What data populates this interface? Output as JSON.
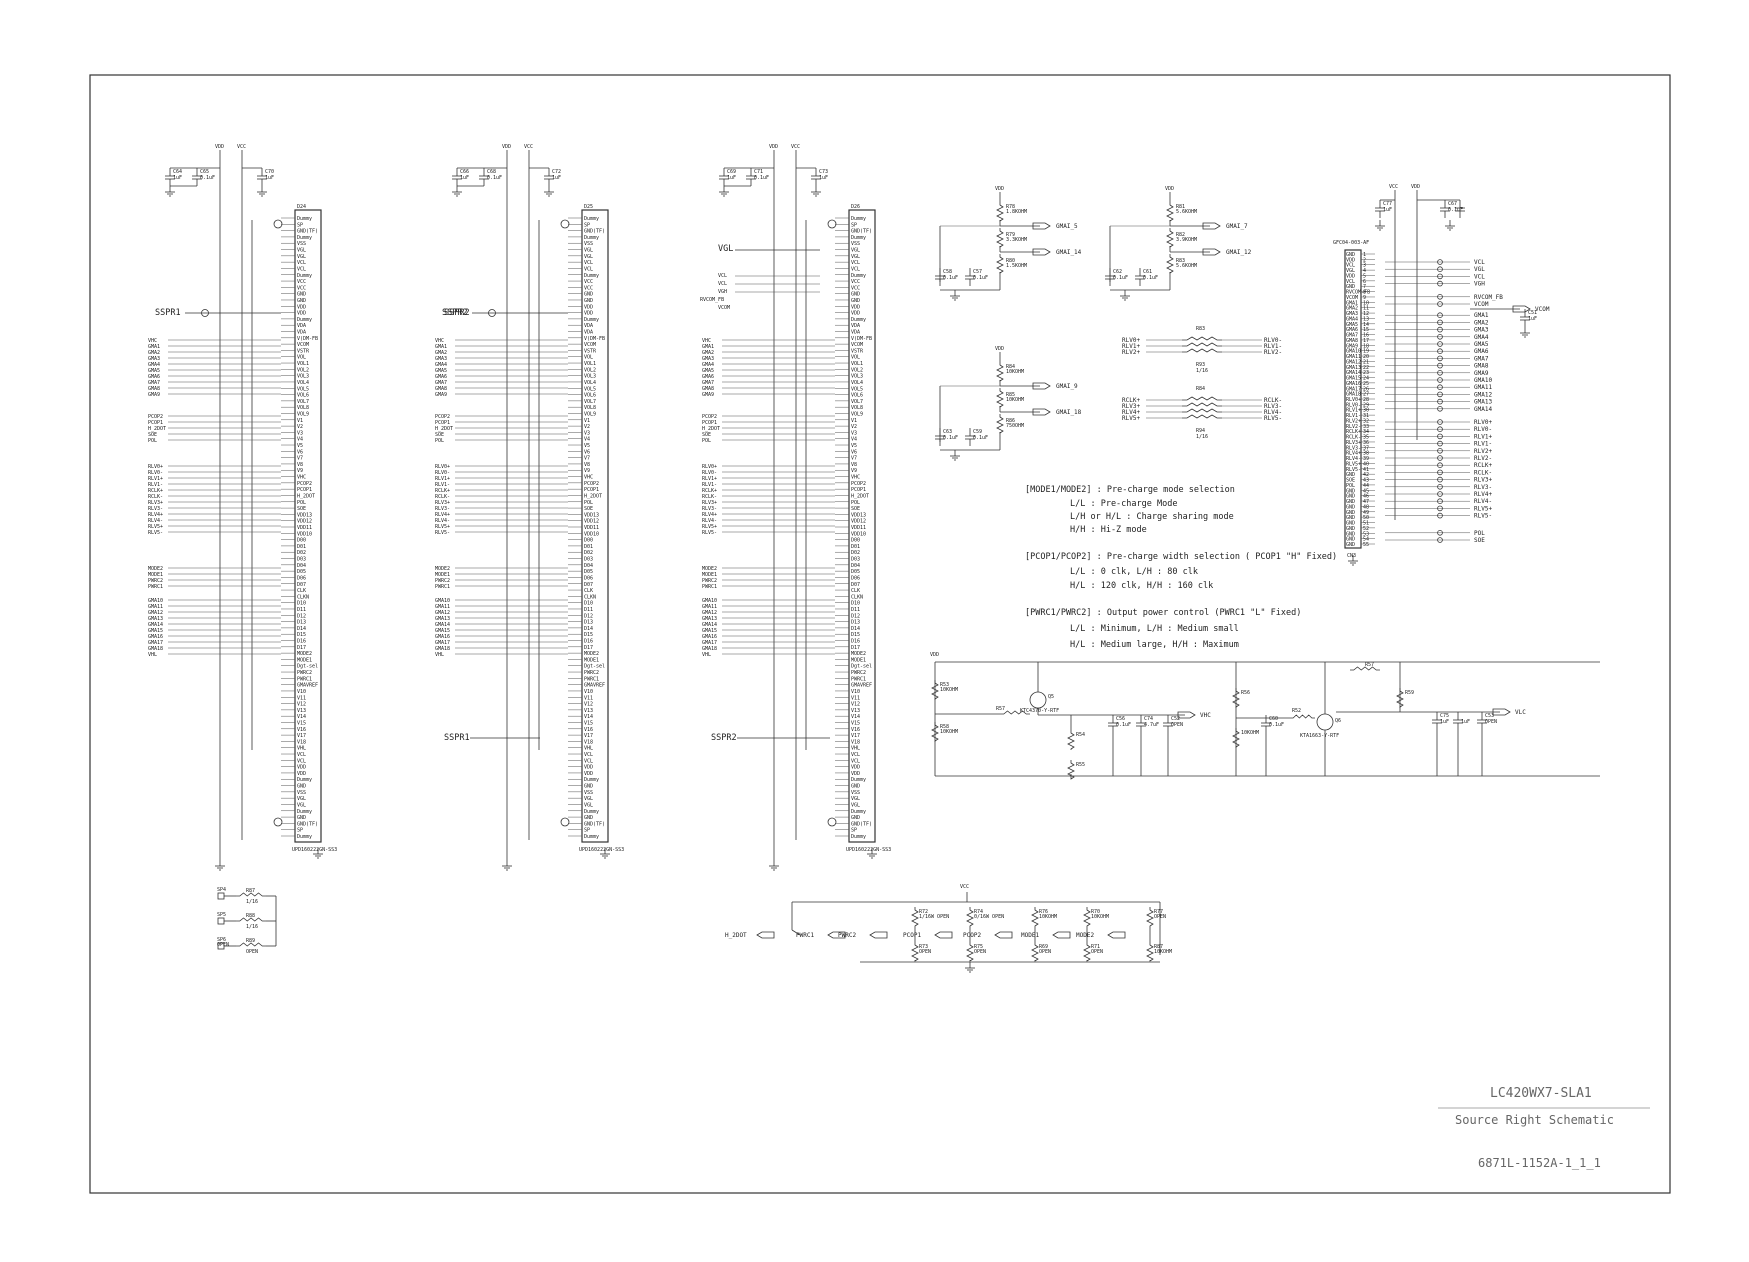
{
  "title_block": {
    "model": "LC420WX7-SLA1",
    "sheet_title": "Source Right Schematic",
    "doc_number": "6871L-1152A-1_1_1"
  },
  "rails": {
    "vdd": "VDD",
    "vcc": "VCC"
  },
  "drivers": [
    {
      "ref": "D24",
      "part": "UPD160222GN-SS3",
      "sspr": "SSPR1",
      "sspr_in": "SSPR1",
      "sspr_out": "",
      "caps": [
        "C64",
        "C65",
        "C70"
      ]
    },
    {
      "ref": "D25",
      "part": "UPD160222GN-SS3",
      "sspr": "SSPR2",
      "sspr_in": "SSPR2",
      "sspr_out": "SSPR1",
      "caps": [
        "C66",
        "C68",
        "C72"
      ]
    },
    {
      "ref": "D26",
      "part": "UPD160222GN-SS3",
      "sspr": "SSPR2",
      "sspr_in": "",
      "sspr_out": "SSPR2",
      "caps": [
        "C69",
        "C71",
        "C73"
      ]
    }
  ],
  "driver_left_pins": [
    "VHC",
    "GMA1",
    "GMA2",
    "GMA3",
    "GMA4",
    "GMA5",
    "GMA6",
    "GMA7",
    "GMA8",
    "GMA9",
    "PCOP2",
    "PCOP1",
    "H_2DOT",
    "SOE",
    "POL",
    "RLV0+",
    "RLV0-",
    "RLV1+",
    "RLV1-",
    "RCLK+",
    "RCLK-",
    "RLV3+",
    "RLV3-",
    "RLV4+",
    "RLV4-",
    "RLV5+",
    "RLV5-",
    "MODE2",
    "MODE1",
    "PWRC2",
    "PWRC1",
    "GMA10",
    "GMA11",
    "GMA12",
    "GMA13",
    "GMA14",
    "GMA15",
    "GMA16",
    "GMA17",
    "GMA18",
    "VHL"
  ],
  "driver_right_pins": [
    "Dummy",
    "SP",
    "GND(TF)",
    "Dummy",
    "VSS",
    "VGL",
    "VGL",
    "VCL",
    "VCL",
    "Dummy",
    "VCC",
    "VCC",
    "GND",
    "GND",
    "VDD",
    "VDD",
    "Dummy",
    "VDA",
    "VDA",
    "V(DM-FB",
    "VCOM",
    "VSTR",
    "VOL",
    "VOL1",
    "VOL2",
    "VOL3",
    "VOL4",
    "VOL5",
    "VOL6",
    "VOL7",
    "VOL8",
    "VOL9",
    "V1",
    "V2",
    "V3",
    "V4",
    "V5",
    "V6",
    "V7",
    "V8",
    "V9",
    "VHC",
    "PCOP2",
    "PCOP1",
    "H_2DOT",
    "POL",
    "SOE",
    "VDD13",
    "VDD12",
    "VDD11",
    "VDD10",
    "D00",
    "D01",
    "D02",
    "D03",
    "D04",
    "D05",
    "D06",
    "D07",
    "CLK",
    "CLKN",
    "D10",
    "D11",
    "D12",
    "D13",
    "D14",
    "D15",
    "D16",
    "D17",
    "MODE2",
    "MODE1",
    "Dgt-sel",
    "PWRC2",
    "PWRC1",
    "GMAVREF",
    "V10",
    "V11",
    "V12",
    "V13",
    "V14",
    "V15",
    "V16",
    "V17",
    "V18",
    "VHL",
    "VCL",
    "VCL",
    "VDD",
    "VDD",
    "Dummy",
    "GND",
    "VSS",
    "VGL",
    "VGL",
    "Dummy",
    "GND",
    "GND(TF)",
    "SP",
    "Dummy"
  ],
  "dac_circuits": [
    {
      "resistors": [
        "R78",
        "R79",
        "R80"
      ],
      "values": [
        "1.8KOHM",
        "3.3KOHM",
        "1.5KOHM"
      ],
      "caps": [
        "C58",
        "C57"
      ],
      "outputs": [
        "GMAI_5",
        "GMAI_14"
      ]
    },
    {
      "resistors": [
        "R81",
        "R82",
        "R83"
      ],
      "values": [
        "5.6KOHM",
        "3.9KOHM",
        "5.6KOHM"
      ],
      "caps": [
        "C62",
        "C61"
      ],
      "outputs": [
        "GMAI_7",
        "GMAI_12"
      ]
    },
    {
      "resistors": [
        "R84",
        "R85",
        "R86"
      ],
      "values": [
        "10KOHM",
        "10KOHM",
        "750OHM"
      ],
      "caps": [
        "C63",
        "C59"
      ],
      "outputs": [
        "GMAI_9",
        "GMAI_18"
      ]
    }
  ],
  "term_networks": [
    {
      "ref": "R83",
      "inputs": [
        "RLV0+",
        "RLV1+",
        "RLV2+"
      ],
      "outputs": [
        "RLV0-",
        "RLV1-",
        "RLV2-"
      ]
    },
    {
      "ref": "R84",
      "inputs": [
        "RCLK+",
        "RLV3+",
        "RLV4+",
        "RLV5+"
      ],
      "outputs": [
        "RCLK-",
        "RLV3-",
        "RLV4-",
        "RLV5-"
      ]
    }
  ],
  "connector": {
    "ref": "CN3",
    "part": "GFC04-003-AF",
    "left_pins": [
      "GND",
      "VDD",
      "VCL",
      "VGL",
      "VDD",
      "VCL",
      "GND",
      "RVCOM-FB",
      "VCOM",
      "GMA1",
      "GMA2",
      "GMA3",
      "GMA4",
      "GMA5",
      "GMA6",
      "GMA7",
      "GMA8",
      "GMA9",
      "GMA10",
      "GMA11",
      "GMA12",
      "GMA13",
      "GMA14",
      "GMA15",
      "GMA16",
      "GMA17",
      "GMA18",
      "RLV0+",
      "RLV0-",
      "RLV1+",
      "RLV1-",
      "RLV2+",
      "RLV2-",
      "RCLK+",
      "RCLK-",
      "RLV3+",
      "RLV3-",
      "RLV4+",
      "RLV4-",
      "RLV5+",
      "RLV5-",
      "GND",
      "SOE",
      "POL",
      "GND",
      "GND",
      "GND",
      "GND",
      "GND",
      "GND",
      "GND",
      "GND",
      "GND",
      "GND",
      "GND"
    ],
    "right_signals": [
      "VCL",
      "VGL",
      "VCL",
      "VGH",
      "RVCOM_FB",
      "VCOM",
      "GMA1",
      "GMA2",
      "GMA3",
      "GMA4",
      "GMA5",
      "GMA6",
      "GMA7",
      "GMA8",
      "GMA9",
      "GMA10",
      "GMA11",
      "GMA12",
      "GMA13",
      "GMA14",
      "RLV0+",
      "RLV0-",
      "RLV1+",
      "RLV1-",
      "RLV2+",
      "RLV2-",
      "RCLK+",
      "RCLK-",
      "RLV3+",
      "RLV3-",
      "RLV4+",
      "RLV4-",
      "RLV5+",
      "RLV5-",
      "POL",
      "SOE"
    ],
    "caps": [
      "C77",
      "C67",
      "C51"
    ]
  },
  "notes": [
    "[MODE1/MODE2] : Pre-charge mode selection",
    "L/L : Pre-charge Mode",
    "L/H or H/L : Charge sharing mode",
    "H/H : Hi-Z mode",
    "[PCOP1/PCOP2] : Pre-charge width selection ( PCOP1 \"H\" Fixed)",
    "L/L : 0 clk,   L/H : 80 clk",
    "H/L : 120 clk,    H/H : 160 clk",
    "[PWRC1/PWRC2] : Output power control (PWRC1 \"L\" Fixed)",
    "L/L : Minimum,    L/H : Medium small",
    "H/L : Medium large,    H/H : Maximum"
  ],
  "regulators": [
    {
      "out": "VHC",
      "q": "Q5",
      "q_part": "KTC4370-Y-RTF",
      "res": [
        "R53",
        "R58",
        "R57",
        "R54",
        "R55"
      ],
      "caps": [
        "C56",
        "C74",
        "C52"
      ]
    },
    {
      "out": "VLC",
      "q": "Q6",
      "q_part": "KTA1663-Y-RTF",
      "res": [
        "R56",
        "R57",
        "R52",
        "R58",
        "R59"
      ],
      "caps": [
        "C60",
        "C75",
        "C53"
      ]
    }
  ],
  "mode_straps": {
    "nets": [
      "H_2DOT",
      "PWRC1",
      "PWRC2",
      "PCOP1",
      "PCOP2",
      "MODE1",
      "MODE2"
    ],
    "resistors": [
      {
        "ref": "R72",
        "value": "1/16W OPEN"
      },
      {
        "ref": "R73",
        "value": "OPEN"
      },
      {
        "ref": "R74",
        "value": "0/16W OPEN"
      },
      {
        "ref": "R75",
        "value": "OPEN"
      },
      {
        "ref": "R76",
        "value": "10KOHM"
      },
      {
        "ref": "R69",
        "value": "OPEN"
      },
      {
        "ref": "R70",
        "value": "10KOHM"
      },
      {
        "ref": "R71",
        "value": "OPEN"
      },
      {
        "ref": "R77",
        "value": "OPEN"
      },
      {
        "ref": "R87",
        "value": "10KOHM"
      }
    ]
  },
  "sp_resistors": [
    {
      "tp": "SP4",
      "ref": "R87",
      "value": "1/16"
    },
    {
      "tp": "SP5",
      "ref": "R88",
      "value": "1/16"
    },
    {
      "tp": "SP6",
      "ref": "R89",
      "value": "OPEN"
    }
  ]
}
